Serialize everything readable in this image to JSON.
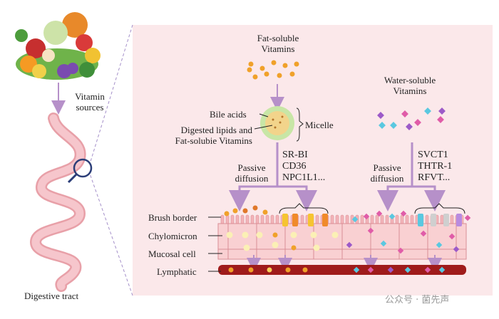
{
  "labels": {
    "vitamin_sources": [
      "Vitamin",
      "sources"
    ],
    "digestive_tract": "Digestive tract",
    "fat_soluble": [
      "Fat-soluble",
      "Vitamins"
    ],
    "water_soluble": [
      "Water-soluble",
      "Vitamins"
    ],
    "bile_acids": "Bile acids",
    "digested_lipids": [
      "Digested lipids and",
      "Fat-solubie Vitamins"
    ],
    "micelle": "Micelle",
    "left_passive": [
      "Passive",
      "diffusion"
    ],
    "right_passive": [
      "Passive",
      "diffusion"
    ],
    "left_transporters": [
      "SR-BI",
      "CD36",
      "NPC1L1..."
    ],
    "right_transporters": [
      "SVCT1",
      "THTR-1",
      "RFVT..."
    ],
    "brush_border": "Brush border",
    "chylomicron": "Chylomicron",
    "mucosal_cell": "Mucosal cell",
    "lymphatic": "Lymphatic"
  },
  "watermark": "公众号 · 菌先声",
  "colors": {
    "panel_bg": "#fbe8ea",
    "arrow": "#b690c9",
    "cell_fill": "#f9d0d2",
    "cell_stroke": "#d98e95",
    "lymphatic": "#9f1b1b",
    "fat_dot": "#f0a12a",
    "water_pink": "#e05ca8",
    "water_cyan": "#5ac8e0",
    "water_purple": "#9c5ac8"
  }
}
